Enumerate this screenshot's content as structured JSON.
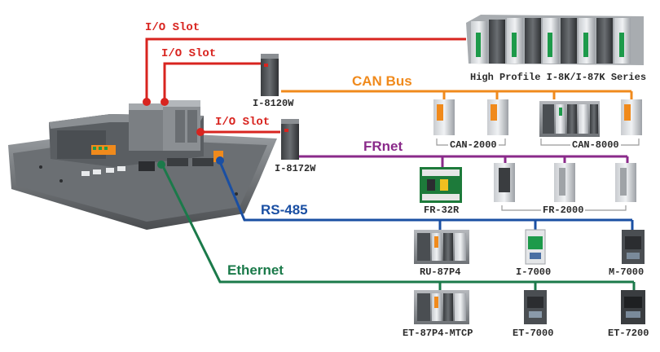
{
  "labels": {
    "io_slot_1": "I/O Slot",
    "io_slot_2": "I/O Slot",
    "io_slot_3": "I/O Slot",
    "can_bus": "CAN Bus",
    "frnet": "FRnet",
    "rs485": "RS-485",
    "ethernet": "Ethernet"
  },
  "devices": {
    "i8120w": "I-8120W",
    "i8172w": "I-8172W",
    "high_profile": "High Profile I-8K/I-87K Series",
    "can2000": "CAN-2000",
    "can8000": "CAN-8000",
    "fr32r": "FR-32R",
    "fr2000": "FR-2000",
    "ru87p4": "RU-87P4",
    "i7000": "I-7000",
    "m7000": "M-7000",
    "et87p4": "ET-87P4-MTCP",
    "et7000": "ET-7000",
    "et7200": "ET-7200"
  },
  "colors": {
    "io_slot": "#d8241f",
    "can_bus": "#f08a1c",
    "frnet": "#8a2a8a",
    "rs485": "#1a4fa3",
    "ethernet": "#1b7a4a"
  }
}
